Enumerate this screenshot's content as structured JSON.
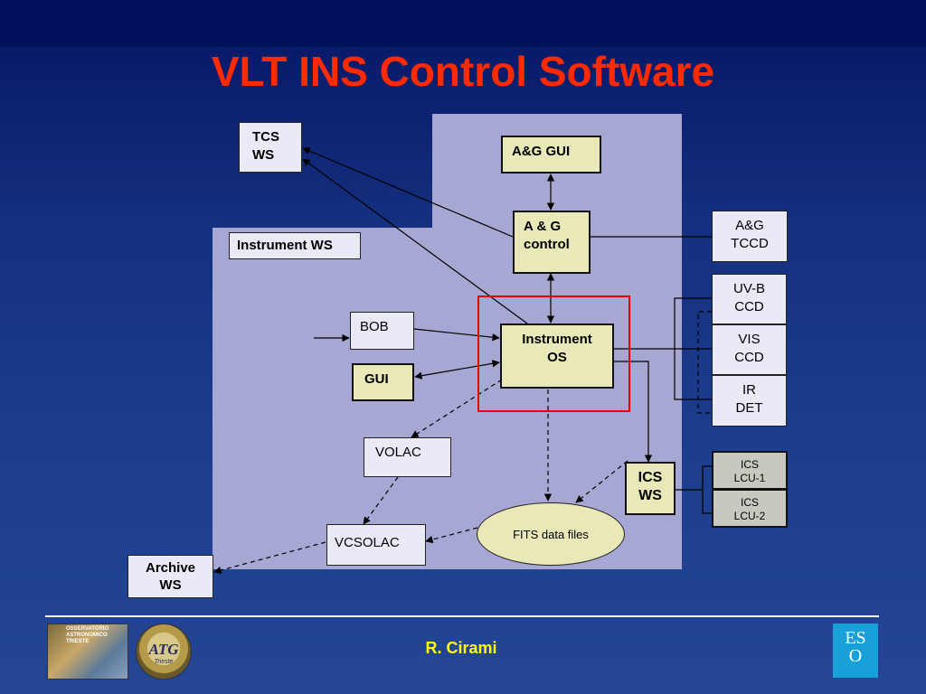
{
  "slide": {
    "title": "VLT INS Control Software",
    "author": "R. Cirami"
  },
  "nodes": {
    "tcs_ws": "TCS\nWS",
    "ag_gui": "A&G GUI",
    "ag_control": "A & G\ncontrol",
    "ag_tccd": "A&G\nTCCD",
    "instrument_ws": "Instrument WS",
    "bob": "BOB",
    "gui": "GUI",
    "instrument_os": "Instrument\nOS",
    "uvb_ccd": "UV-B\nCCD",
    "vis_ccd": "VIS\nCCD",
    "ir_det": "IR\nDET",
    "volac": "VOLAC",
    "ics_ws": "ICS\nWS",
    "ics_lcu1": "ICS\nLCU-1",
    "ics_lcu2": "ICS\nLCU-2",
    "fits_files": "FITS data files",
    "vcsolac": "VCSOLAC",
    "archive_ws": "Archive\nWS"
  },
  "logos": {
    "observatory": "OSSERVATORIO\nASTRONOMICO\nTRIESTE",
    "atg": "ATG",
    "atg_sub": "Trieste",
    "eso": "ES\nO"
  },
  "colors": {
    "title": "#ff2a00",
    "author": "#ffff00",
    "highlight": "#e00000",
    "region": "#a7a7d3",
    "olive_box": "#e8e8b8"
  }
}
